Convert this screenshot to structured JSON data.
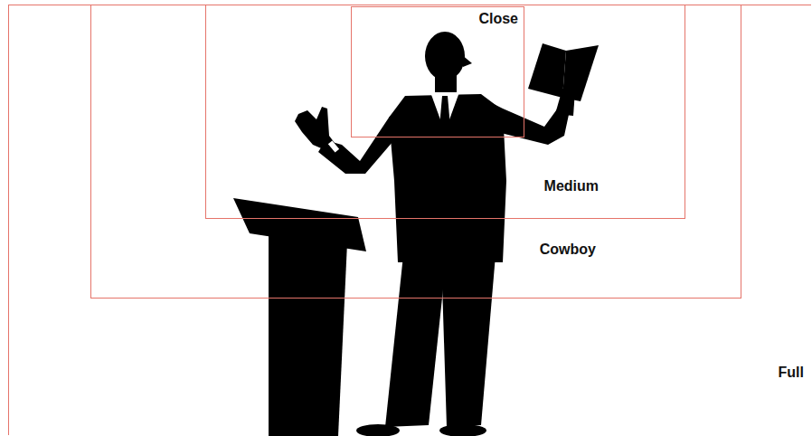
{
  "diagram": {
    "nodes": [
      {
        "text": [
          "Full"
        ]
      },
      {
        "text": [
          "Cowboy"
        ],
        "in": 0
      },
      {
        "text": [
          "Medium"
        ],
        "in": 1
      },
      {
        "text": [
          "Close"
        ],
        "in": 2
      }
    ]
  }
}
